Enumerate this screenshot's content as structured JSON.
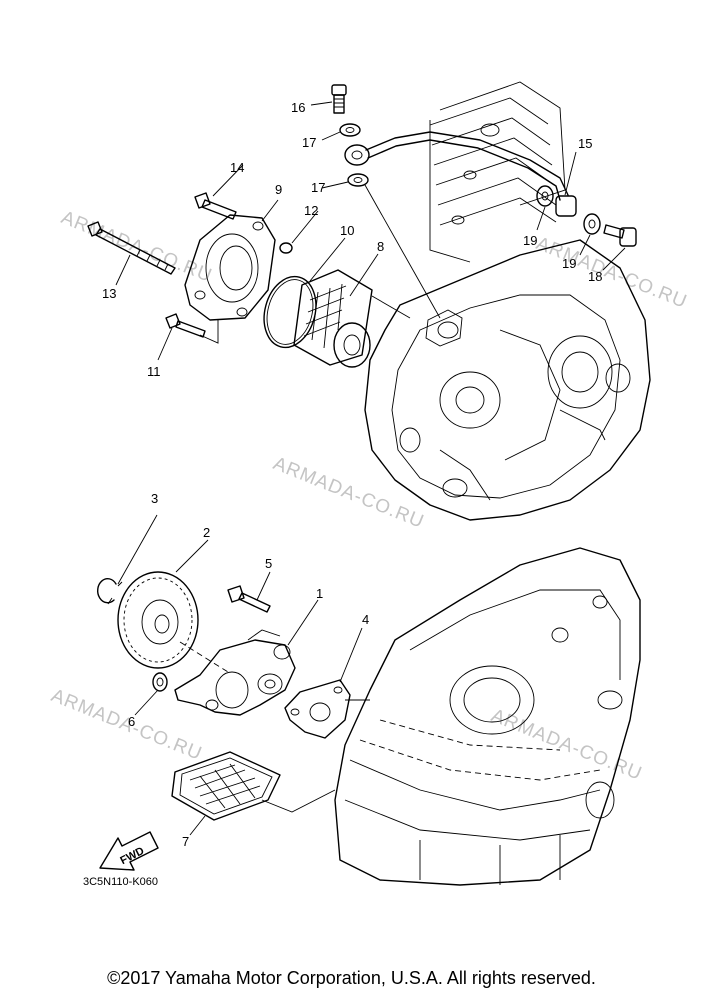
{
  "diagram": {
    "watermark": "ARMADA-CO.RU",
    "callouts": {
      "p1": "1",
      "p2": "2",
      "p3": "3",
      "p4": "4",
      "p5": "5",
      "p6": "6",
      "p7": "7",
      "p8": "8",
      "p9": "9",
      "p10": "10",
      "p11": "11",
      "p12": "12",
      "p13": "13",
      "p14": "14",
      "p15": "15",
      "p16": "16",
      "p17a": "17",
      "p17b": "17",
      "p18": "18",
      "p19a": "19",
      "p19b": "19"
    },
    "fwd_label": "FWD",
    "diagram_code": "3C5N110-K060"
  },
  "footer": {
    "copyright": "©2017 Yamaha Motor Corporation, U.S.A. All rights reserved."
  }
}
